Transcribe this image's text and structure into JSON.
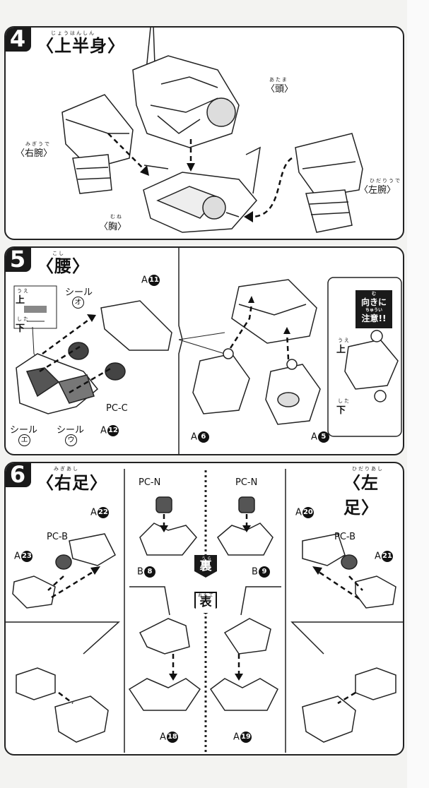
{
  "step4": {
    "number": "4",
    "title": "〈上半身〉",
    "title_ruby": "じょうはんしん",
    "head_label": "〈頭〉",
    "head_ruby": "あたま",
    "right_arm_label": "〈右腕〉",
    "right_arm_ruby": "みぎうで",
    "left_arm_label": "〈左腕〉",
    "left_arm_ruby": "ひだりうで",
    "chest_label": "〈胸〉",
    "chest_ruby": "むね"
  },
  "step5": {
    "number": "5",
    "title": "〈腰〉",
    "title_ruby": "こし",
    "up_label": "上",
    "up_ruby": "うえ",
    "down_label": "下",
    "down_ruby": "した",
    "seal_o_label": "シール",
    "seal_o_mark": "オ",
    "seal_e_label": "シール",
    "seal_e_mark": "エ",
    "seal_u_label": "シール",
    "seal_u_mark": "ウ",
    "part_a11_letter": "A",
    "part_a11_num": "11",
    "part_a12_letter": "A",
    "part_a12_num": "12",
    "part_a6_letter": "A",
    "part_a6_num": "6",
    "part_a5_letter": "A",
    "part_a5_num": "5",
    "pc_c_label": "PC-C",
    "note_line1": "向きに",
    "note_ruby1": "む",
    "note_line2": "注意!!",
    "note_ruby2": "ちゅうい",
    "inset_up": "上",
    "inset_up_ruby": "うえ",
    "inset_down": "下",
    "inset_down_ruby": "した"
  },
  "step6": {
    "number": "6",
    "title": "〈右足〉",
    "title_ruby": "みぎあし",
    "left_title": "〈左足〉",
    "left_title_ruby": "ひだりあし",
    "pc_b_label_right": "PC-B",
    "pc_b_label_left": "PC-B",
    "pc_n_label_1": "PC-N",
    "pc_n_label_2": "PC-N",
    "part_a22_letter": "A",
    "part_a22_num": "22",
    "part_a23_letter": "A",
    "part_a23_num": "23",
    "part_a20_letter": "A",
    "part_a20_num": "20",
    "part_a21_letter": "A",
    "part_a21_num": "21",
    "part_b8_letter": "B",
    "part_b8_num": "8",
    "part_b9_letter": "B",
    "part_b9_num": "9",
    "part_a18_letter": "A",
    "part_a18_num": "18",
    "part_a19_letter": "A",
    "part_a19_num": "19",
    "back_label": "裏",
    "back_ruby": "うら",
    "front_label": "表",
    "front_ruby": "おもて"
  }
}
